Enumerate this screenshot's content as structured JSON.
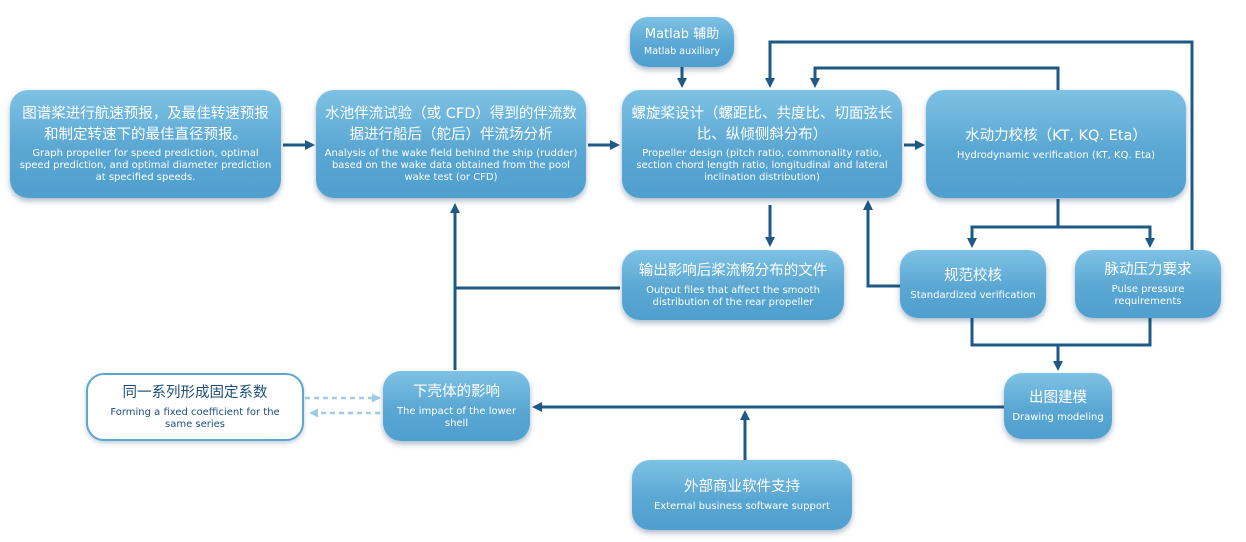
{
  "nodes": {
    "matlab": {
      "zh": "Matlab 辅助",
      "en": "Matlab auxiliary"
    },
    "graph_propeller": {
      "zh": "图谱桨进行航速预报，及最佳转速预报和制定转速下的最佳直径预报。",
      "en": "Graph propeller for speed prediction, optimal speed prediction, and optimal diameter prediction at specified speeds."
    },
    "wake_analysis": {
      "zh": "水池伴流试验（或 CFD）得到的伴流数据进行船后（舵后）伴流场分析",
      "en": "Analysis of the wake field behind the ship (rudder) based on the wake data obtained from the pool wake test (or CFD)"
    },
    "propeller_design": {
      "zh": "螺旋桨设计（螺距比、共度比、切面弦长比、纵倾侧斜分布）",
      "en": "Propeller design (pitch ratio, commonality ratio, section chord length ratio, longitudinal and lateral inclination distribution)"
    },
    "hydrodynamic": {
      "zh": "水动力校核（KT, KQ. Eta）",
      "en": "Hydrodynamic verification (KT, KQ. Eta)"
    },
    "output_files": {
      "zh": "输出影响后桨流畅分布的文件",
      "en": "Output files that affect the smooth distribution of the rear propeller"
    },
    "standardized": {
      "zh": "规范校核",
      "en": "Standardized verification"
    },
    "pulse_pressure": {
      "zh": "脉动压力要求",
      "en": "Pulse pressure requirements"
    },
    "fixed_coefficient": {
      "zh": "同一系列形成固定系数",
      "en": "Forming a fixed coefficient for the same series"
    },
    "lower_shell": {
      "zh": "下壳体的影响",
      "en": "The impact of the lower shell"
    },
    "drawing_modeling": {
      "zh": "出图建模",
      "en": "Drawing modeling"
    },
    "external_software": {
      "zh": "外部商业软件支持",
      "en": "External business software support"
    }
  },
  "colors": {
    "box_top": "#7ec2e4",
    "box_bottom": "#4f9fcf",
    "arrow": "#1d5a85",
    "dashed_arrow": "#9fcbe6",
    "text_white": "#ffffff",
    "text_dark": "#1d4f7a"
  }
}
